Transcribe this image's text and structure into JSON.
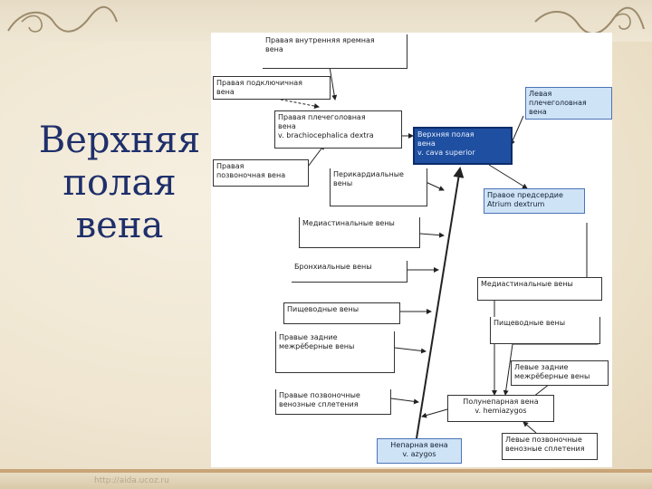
{
  "title_lines": [
    "Верхняя",
    "полая",
    "вена"
  ],
  "footer": "http://aida.ucoz.ru",
  "boxes": {
    "int_jugular": "Правая внутренняя яремная\nвена",
    "subclavian": "Правая подключичная\nвена",
    "r_brachio": "Правая плечеголовная\nвена\nv. brachiocephalica dextra",
    "svc": "Верхняя полая\nвена\nv. cava superior",
    "l_brachio": "Левая\nплечеголовная\nвена",
    "r_vertebral": "Правая\nпозвоночная вена",
    "pericardial": "Перикардиальные\nвены",
    "r_atrium": "Правое предсердие\nAtrium dextrum",
    "mediast_r": "Медиастинальные вены",
    "bronchial": "Бронхиальные вены",
    "mediast_l": "Медиастинальные вены",
    "esoph_r": "Пищеводные вены",
    "esoph_l": "Пищеводные вены",
    "post_intercostal_r": "Правые задние\nмежрёберные вены",
    "post_intercostal_l": "Левые задние\nмежрёберные вены",
    "venous_plexus_r": "Правые позвоночные\nвенозные сплетения",
    "hemiazygos": "Полунепарная вена\nv. hemiazygos",
    "azygos": "Непарная вена\nv. azygos",
    "venous_plexus_l": "Левые позвоночные\nвенозные сплетения"
  },
  "colors": {
    "title": "#1e2f6b",
    "svc_fill": "#1f4fa0",
    "atrium_fill": "#cfe3f6"
  }
}
